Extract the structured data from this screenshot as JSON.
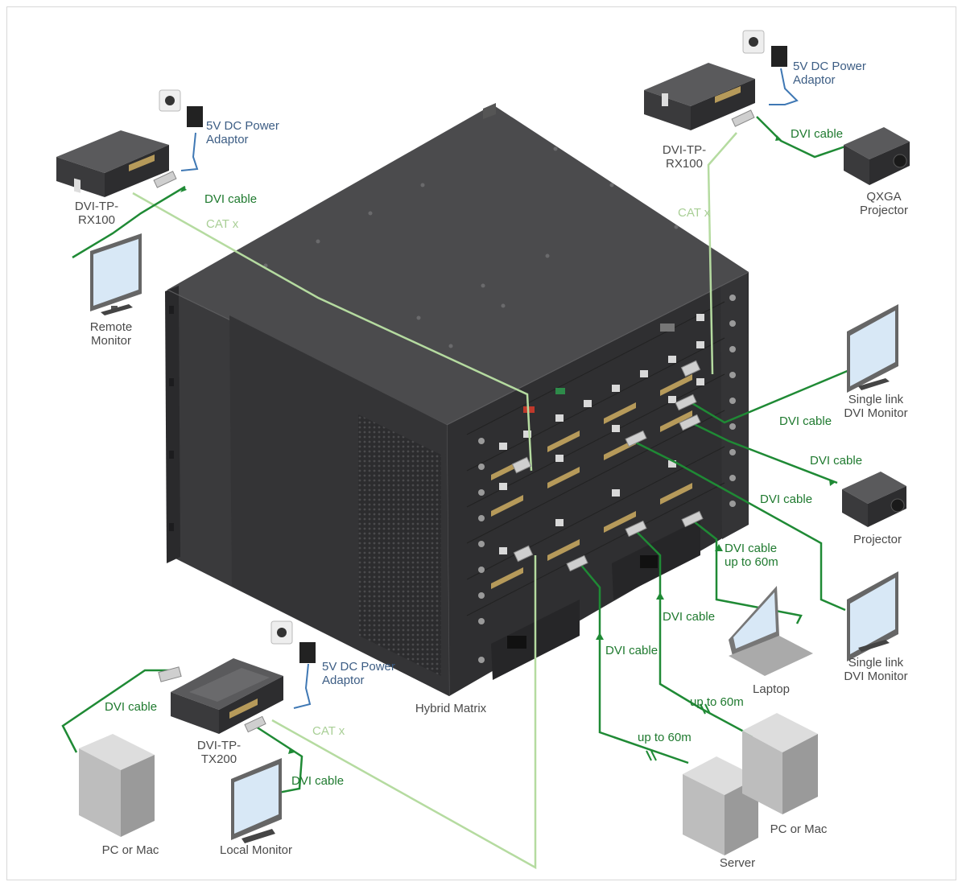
{
  "colors": {
    "dvi_cable": "#1f8a35",
    "cat_cable": "#b5dba0",
    "power_cable": "#3f78b4",
    "chassis_dark": "#3b3b3d",
    "chassis_top": "#4c4c4e"
  },
  "devices": {
    "matrix": "Hybrid Matrix",
    "rx_left": [
      "DVI-TP-",
      "RX100"
    ],
    "rx_right": [
      "DVI-TP-",
      "RX100"
    ],
    "tx": [
      "DVI-TP-",
      "TX200"
    ],
    "remote_monitor": [
      "Remote",
      "Monitor"
    ],
    "qxga_projector": [
      "QXGA",
      "Projector"
    ],
    "single_link_monitor_top": [
      "Single link",
      "DVI Monitor"
    ],
    "projector": "Projector",
    "laptop": "Laptop",
    "single_link_monitor_bottom": [
      "Single link",
      "DVI Monitor"
    ],
    "pc_mac_left": "PC or Mac",
    "local_monitor": "Local Monitor",
    "server": "Server",
    "pc_mac_right": "PC or Mac"
  },
  "power": {
    "left": [
      "5V DC Power",
      "Adaptor"
    ],
    "right": [
      "5V DC Power",
      "Adaptor"
    ],
    "bottom": [
      "5V DC Power",
      "Adaptor"
    ]
  },
  "cables": {
    "dvi_left_top": "DVI cable",
    "cat_left": "CAT x",
    "dvi_right_top": "DVI cable",
    "cat_right": "CAT x",
    "dvi_monitor_top": "DVI cable",
    "dvi_projector": "DVI cable",
    "dvi_monitor_bottom": "DVI cable",
    "dvi_laptop": [
      "DVI cable",
      "up to 60m"
    ],
    "dvi_pc_right": "DVI cable",
    "dvi_server": "DVI cable",
    "upto_pc_right": "up to 60m",
    "upto_server": "up to 60m",
    "dvi_pc_left": "DVI cable",
    "dvi_local": "DVI cable",
    "cat_bottom": "CAT x"
  }
}
